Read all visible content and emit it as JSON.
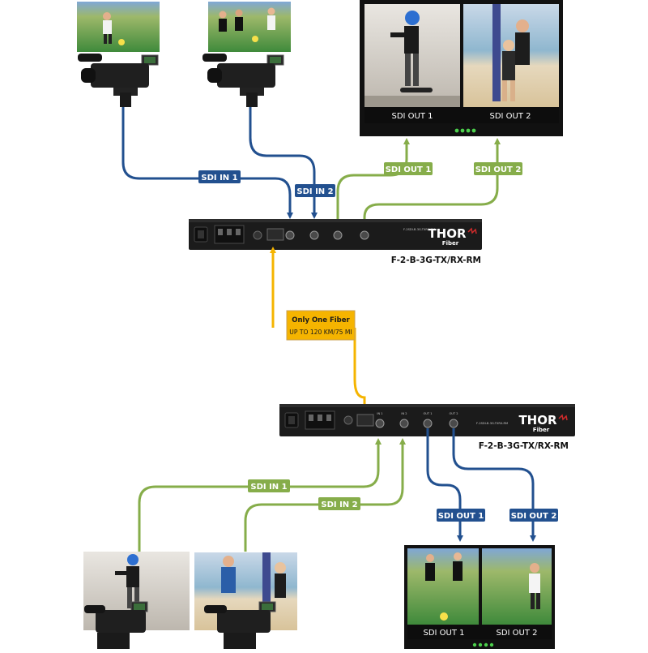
{
  "devices": {
    "top": {
      "model": "F-2-B-3G-TX/RX-RM",
      "panel_text": "F-2SDI-B-3G-TXRX-RM"
    },
    "bottom": {
      "model": "F-2-B-3G-TX/RX-RM",
      "panel_text": "F-2SDI-B-3G-TXRX-RM"
    }
  },
  "brand": {
    "logo_text": "THOR",
    "logo_sub": "Fiber"
  },
  "top_section": {
    "labels": {
      "in1": "SDI IN 1",
      "in2": "SDI IN 2",
      "out1": "SDI OUT 1",
      "out2": "SDI OUT 2"
    },
    "monitor": {
      "screen1": "SDI OUT 1",
      "screen2": "SDI OUT 2"
    }
  },
  "bottom_section": {
    "labels": {
      "in1": "SDI IN 1",
      "in2": "SDI IN 2",
      "out1": "SDI OUT 1",
      "out2": "SDI OUT 2"
    },
    "monitor": {
      "screen1": "SDI OUT 1",
      "screen2": "SDI OUT 2"
    },
    "port_labels": {
      "in1": "IN 1",
      "in2": "IN 2",
      "out1": "OUT 1",
      "out2": "OUT 2"
    }
  },
  "fiber_callout": {
    "line1": "Only One Fiber",
    "line2": "UP TO 120 KM/75 MI"
  },
  "colors": {
    "blue": "#22508f",
    "green": "#86ad4a",
    "yellow": "#f5b400",
    "device": "#1b1b1b"
  }
}
